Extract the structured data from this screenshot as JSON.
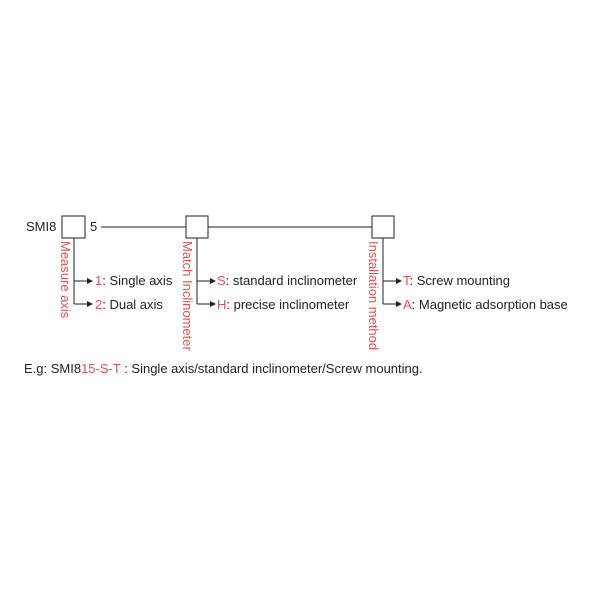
{
  "prefix": "SMI8",
  "fixed_digit": "5",
  "groups": [
    {
      "title": "Measure axis",
      "options": [
        {
          "code": "1",
          "desc": ": Single axis"
        },
        {
          "code": "2",
          "desc": ": Dual axis"
        }
      ]
    },
    {
      "title": "Match Inclinometer",
      "options": [
        {
          "code": "S",
          "desc": ": standard inclinometer"
        },
        {
          "code": "H",
          "desc": ": precise inclinometer"
        }
      ]
    },
    {
      "title": "Installation method",
      "options": [
        {
          "code": "T",
          "desc": ": Screw mounting"
        },
        {
          "code": "A",
          "desc": ": Magnetic adsorption base"
        }
      ]
    }
  ],
  "example": {
    "lead": "E.g: SMI8",
    "code_red": "15-S-T",
    "tail": " : Single axis/standard inclinometer/Screw mounting."
  },
  "colors": {
    "accent": "#e0524f",
    "text": "#222222"
  }
}
